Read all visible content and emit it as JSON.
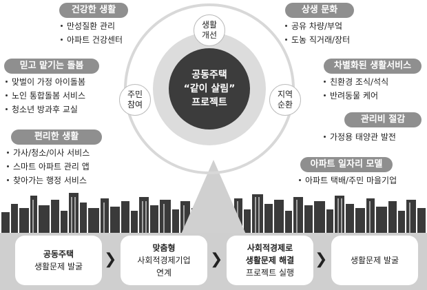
{
  "center": {
    "line1": "공동주택",
    "line2": "“같이 살림”",
    "line3": "프로젝트"
  },
  "nodes": {
    "top": [
      "생활",
      "개선"
    ],
    "left": [
      "주민",
      "참여"
    ],
    "right": [
      "지역",
      "순환"
    ]
  },
  "left_groups": [
    {
      "title": "건강한 생활",
      "items": [
        "만성질환 관리",
        "아파트 건강센터"
      ]
    },
    {
      "title": "믿고 맡기는 돌봄",
      "items": [
        "맞벌이 가정 아이돌봄",
        "노인 통합돌봄 서비스",
        "청소년 방과후 교실"
      ]
    },
    {
      "title": "편리한 생활",
      "items": [
        "가사/청소/이사 서비스",
        "스마트 아파트 관리 앱",
        "찾아가는 행정 서비스"
      ]
    }
  ],
  "right_groups": [
    {
      "title": "상생 문화",
      "items": [
        "공유 차량/부엌",
        "도농 직거래/장터"
      ]
    },
    {
      "title": "차별화된 생활서비스",
      "items": [
        "친환경 조식/석식",
        "반려동물 케어"
      ]
    },
    {
      "title": "관리비 절감",
      "items": [
        "가정용 태양관 발전"
      ]
    },
    {
      "title": "아파트 일자리 모델",
      "items": [
        "아파트 택배/주민 마을기업"
      ]
    }
  ],
  "flow": [
    {
      "bold": "공동주택",
      "lines": [
        "생활문제 발굴"
      ]
    },
    {
      "bold": "맞춤형",
      "lines": [
        "사회적경제기업",
        "연계"
      ]
    },
    {
      "bold": "사회적경제로\n생활문제 해결",
      "lines": [
        "프로젝트 실행"
      ]
    },
    {
      "bold": "",
      "lines": [
        "생활문제 발굴"
      ]
    }
  ],
  "arrow_glyph": "❯",
  "colors": {
    "pill": "#8f8f8f",
    "core": "#3c3c3c",
    "band": "#cfcfcf",
    "buildings": "#3a3a3a"
  }
}
